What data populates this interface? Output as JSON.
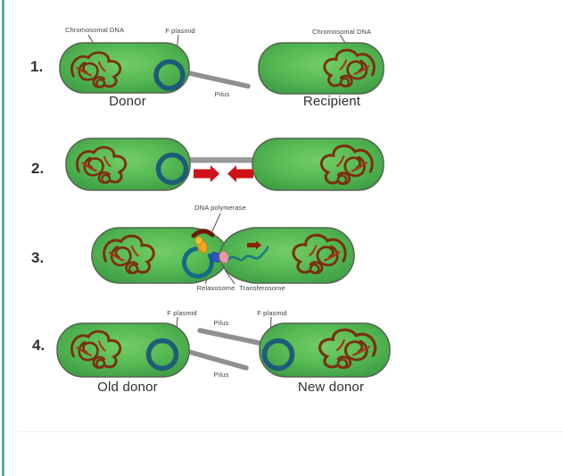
{
  "colors": {
    "accent_line": "#52b096",
    "cell_green_center": "#74cd66",
    "cell_green_edge": "#3f9e45",
    "cell_border": "#55654f",
    "chromosomal_dna_brown": "#7b2f10",
    "chromosomal_dna_red": "#a83414",
    "plasmid_blue": "#1d5c78",
    "pilus_gray": "#8f8f8f",
    "arrow_red": "#cf1217",
    "polymerase_yellow": "#efa61e",
    "polymerase_arc_maroon": "#6f1a02",
    "relaxosome_blue": "#2f55c4",
    "transferosome_pink": "#e79aa4",
    "transfer_strand_teal": "#1a7a80"
  },
  "steps": [
    {
      "number": "1.",
      "labels": {
        "chromosomal_dna": "Chromosomal DNA",
        "f_plasmid": "F plasmid",
        "pilus": "Pilus",
        "donor": "Donor",
        "recipient_chromosomal_dna": "Chromosomal DNA",
        "recipient": "Recipient"
      }
    },
    {
      "number": "2.",
      "labels": {}
    },
    {
      "number": "3.",
      "labels": {
        "dna_polymerase": "DNA polymerase",
        "relaxosome": "Relaxosome",
        "transferosome": "Transferosome"
      }
    },
    {
      "number": "4.",
      "labels": {
        "f_plasmid_left": "F plasmid",
        "f_plasmid_right": "F plasmid",
        "pilus_upper": "Pilus",
        "pilus_lower": "Pilus",
        "old_donor": "Old donor",
        "new_donor": "New donor"
      }
    }
  ]
}
